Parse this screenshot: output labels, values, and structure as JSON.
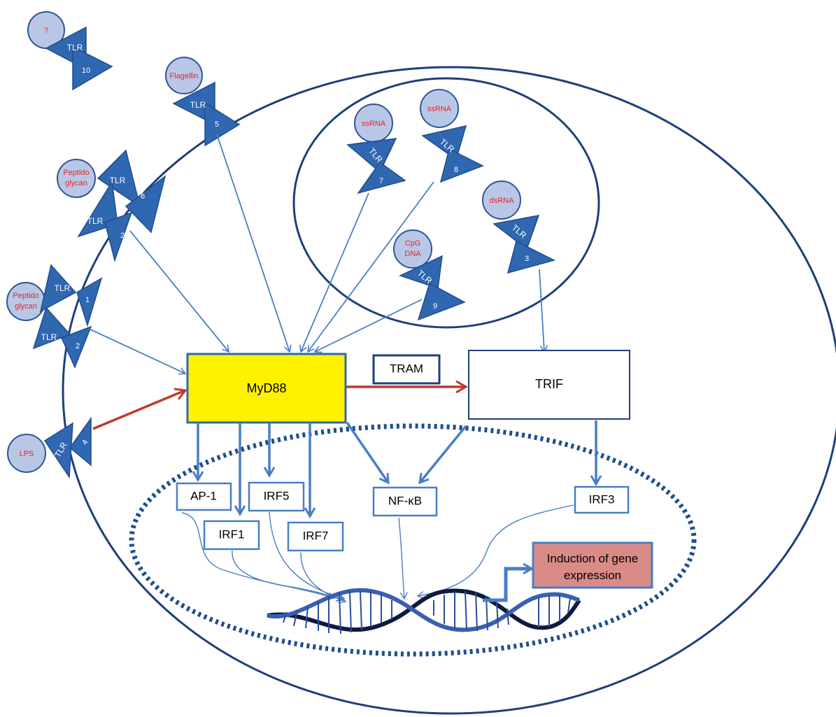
{
  "ligands": {
    "unknown": "?",
    "flagellin": "Flagellin",
    "peptidoglycan_a": [
      "Peptido",
      "glycan"
    ],
    "peptidoglycan_b": [
      "Peptido",
      "glycan"
    ],
    "lps": "LPS",
    "ssrna_a": "ssRNA",
    "ssrna_b": "ssRNA",
    "dsrna": "dsRNA",
    "cpg": [
      "CpG",
      "DNA"
    ]
  },
  "receptors": {
    "label": "TLR",
    "tlr10": "10",
    "tlr5": "5",
    "tlr6": "6",
    "tlr2a": "2",
    "tlr1": "1",
    "tlr2b": "2",
    "tlr4": "4",
    "tlr7": "7",
    "tlr8": "8",
    "tlr3": "3",
    "tlr9": "9"
  },
  "adaptors": {
    "myd88": "MyD88",
    "tram": "TRAM",
    "trif": "TRIF"
  },
  "transcription_factors": {
    "ap1": "AP-1",
    "irf1": "IRF1",
    "irf5": "IRF5",
    "irf7": "IRF7",
    "nfkb": "NF-κB",
    "irf3": "IRF3"
  },
  "output": {
    "induction_line1": "Induction of gene",
    "induction_line2": "expression"
  },
  "colors": {
    "receptor_fill": "#2f67b0",
    "ligand_fill": "#b9c7e6",
    "ligand_text": "#e8232a",
    "myd88_fill": "#fff200",
    "signal_arrow": "#4a7ec4",
    "red_arrow": "#c0392b",
    "induction_fill": "#d98b87"
  }
}
